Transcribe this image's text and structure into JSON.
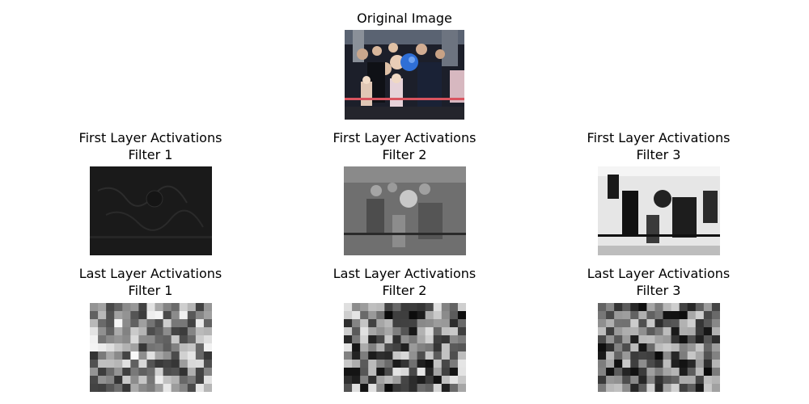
{
  "figure": {
    "original": {
      "title": "Original Image"
    },
    "first_layer": [
      {
        "title": "First Layer Activations",
        "subtitle": "Filter 1",
        "tone": "dark"
      },
      {
        "title": "First Layer Activations",
        "subtitle": "Filter 2",
        "tone": "mid"
      },
      {
        "title": "First Layer Activations",
        "subtitle": "Filter 3",
        "tone": "bright"
      }
    ],
    "last_layer": [
      {
        "title": "Last Layer Activations",
        "subtitle": "Filter 1",
        "grid": "15x11"
      },
      {
        "title": "Last Layer Activations",
        "subtitle": "Filter 2",
        "grid": "15x11"
      },
      {
        "title": "Last Layer Activations",
        "subtitle": "Filter 3",
        "grid": "15x11"
      }
    ]
  }
}
